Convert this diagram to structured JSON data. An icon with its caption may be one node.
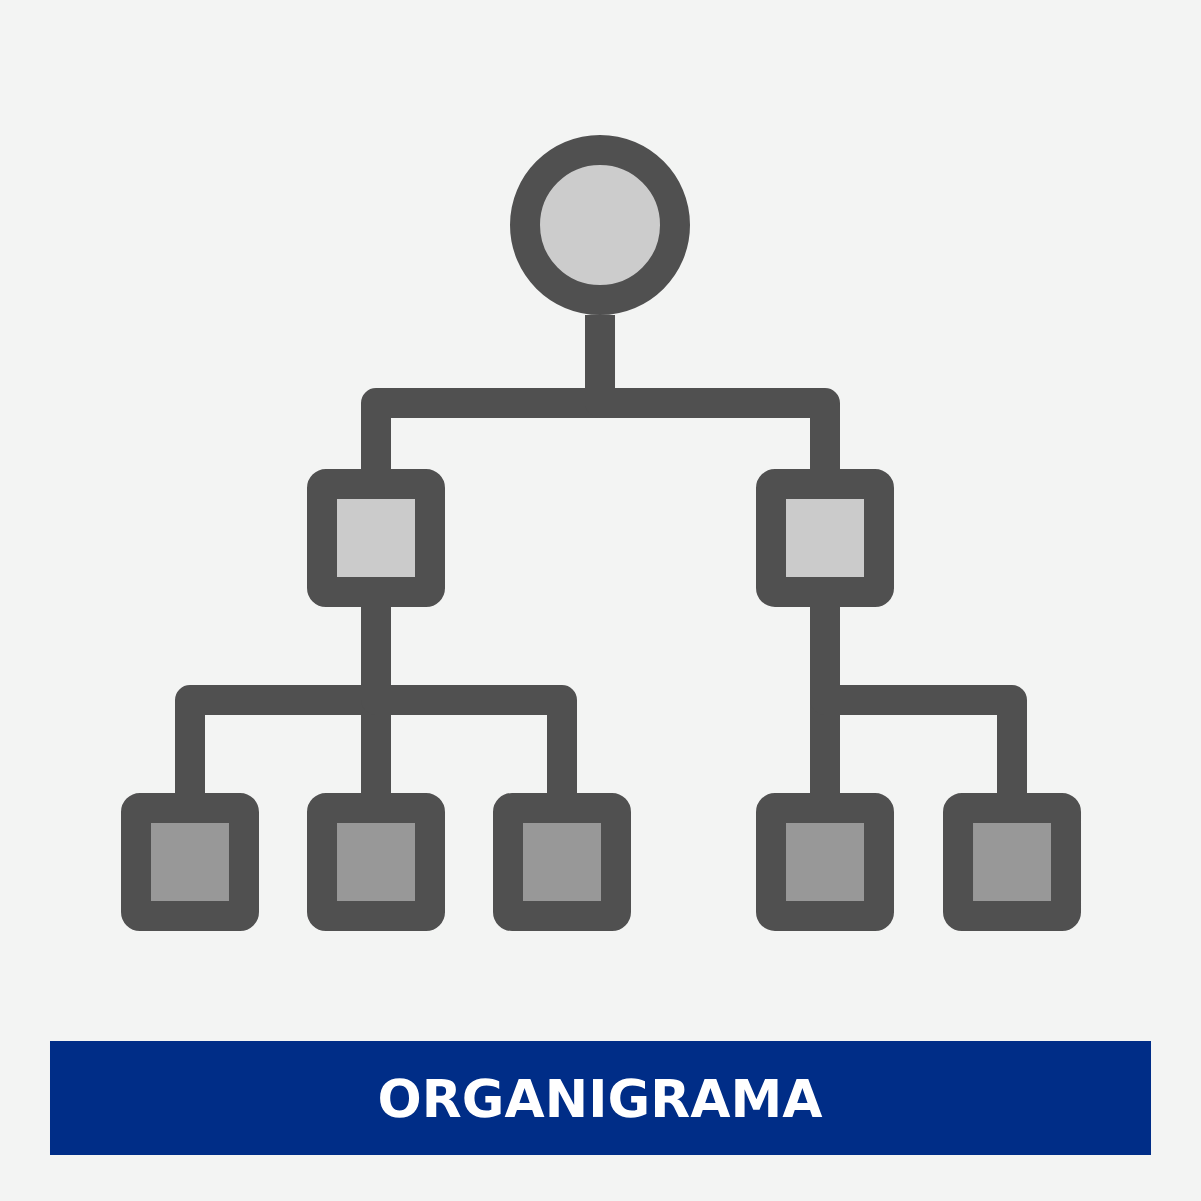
{
  "diagram": {
    "title": "ORGANIGRAMA",
    "nodes": [
      {
        "text": [],
        "shape": "circle"
      },
      {
        "text": [],
        "shape": "box"
      },
      {
        "text": [],
        "shape": "box"
      },
      {
        "text": [],
        "shape": "box"
      },
      {
        "text": [],
        "shape": "box"
      },
      {
        "text": [],
        "shape": "box"
      },
      {
        "text": [],
        "shape": "box"
      },
      {
        "text": [],
        "shape": "box"
      }
    ],
    "edges": [
      {
        "from": 0,
        "to": 1,
        "arrow": "none"
      },
      {
        "from": 0,
        "to": 2,
        "arrow": "none"
      },
      {
        "from": 1,
        "to": 3,
        "arrow": "none"
      },
      {
        "from": 1,
        "to": 4,
        "arrow": "none"
      },
      {
        "from": 1,
        "to": 5,
        "arrow": "none"
      },
      {
        "from": 2,
        "to": 6,
        "arrow": "none"
      },
      {
        "from": 2,
        "to": 7,
        "arrow": "none"
      }
    ]
  }
}
